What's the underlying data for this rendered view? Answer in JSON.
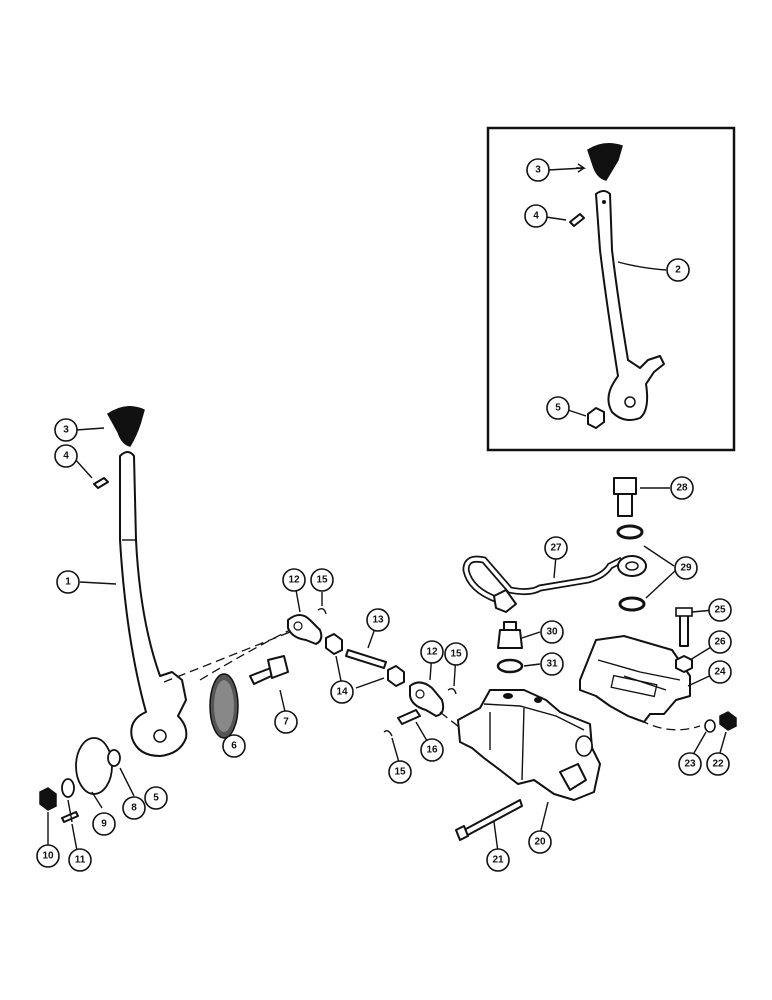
{
  "callouts": {
    "c1": "1",
    "c2": "2",
    "c3a": "3",
    "c3b": "3",
    "c4a": "4",
    "c4b": "4",
    "c5a": "5",
    "c5b": "5",
    "c6": "6",
    "c7": "7",
    "c8": "8",
    "c9": "9",
    "c10": "10",
    "c11": "11",
    "c12a": "12",
    "c12b": "12",
    "c13": "13",
    "c14": "14",
    "c15a": "15",
    "c15b": "15",
    "c15c": "15",
    "c16": "16",
    "c20": "20",
    "c21": "21",
    "c22": "22",
    "c23": "23",
    "c24": "24",
    "c25": "25",
    "c26": "26",
    "c27": "27",
    "c28": "28",
    "c29": "29",
    "c30": "30",
    "c31": "31"
  },
  "colors": {
    "ink": "#111111",
    "paper": "#ffffff"
  }
}
